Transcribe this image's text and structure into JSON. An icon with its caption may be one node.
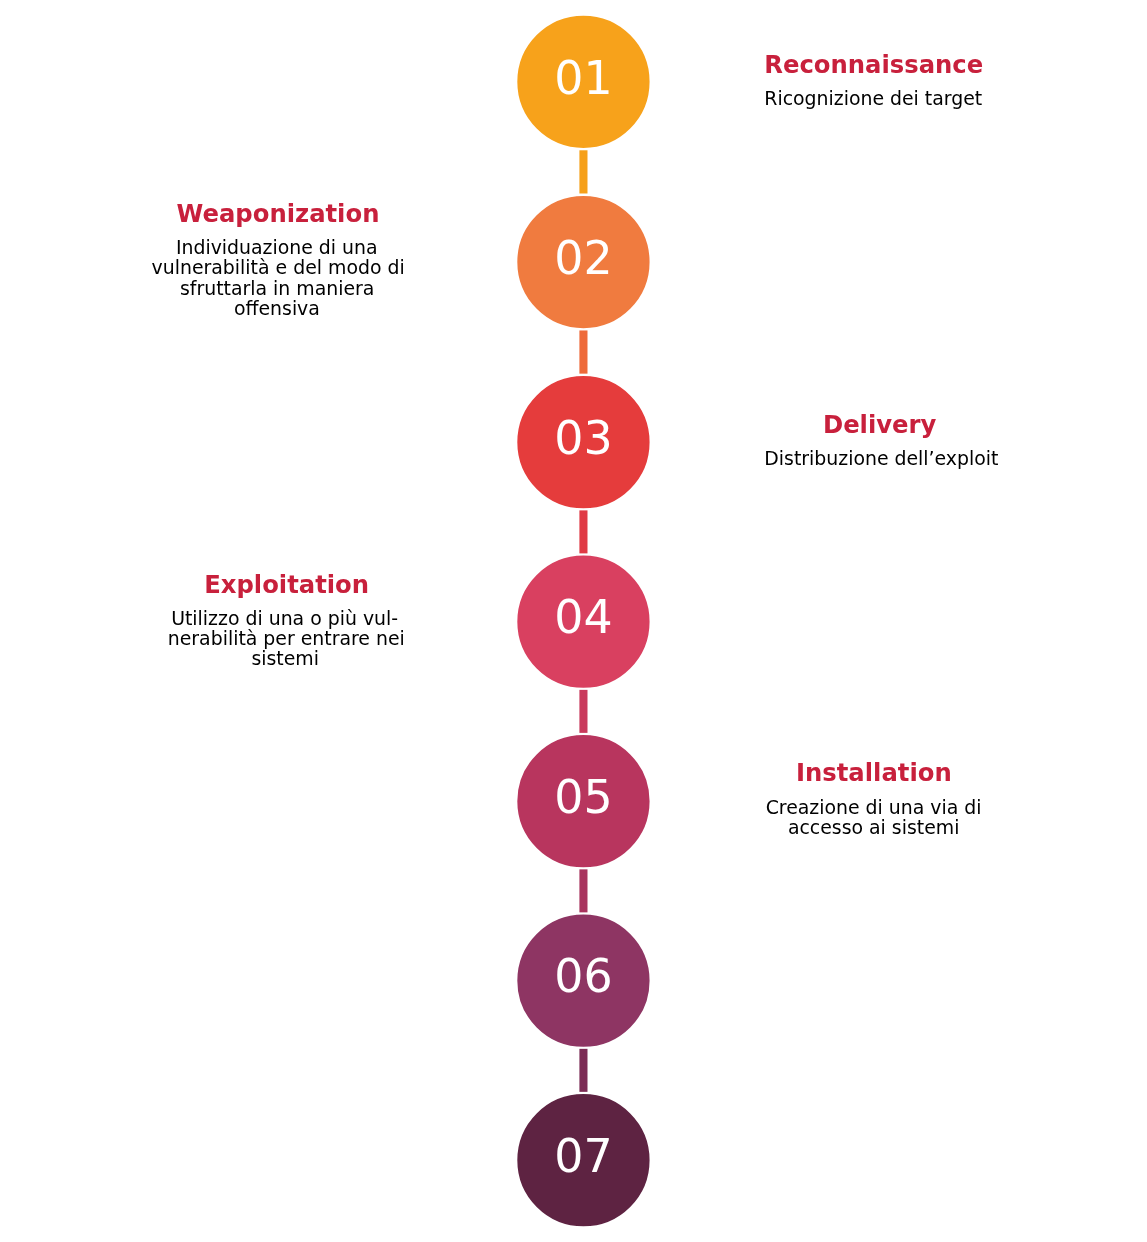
{
  "diagram": {
    "nodes": [
      {
        "text": [
          "01"
        ],
        "beside": [
          "Reconnaissance",
          "Ricognizione dei target"
        ]
      },
      {
        "text": [
          "02"
        ],
        "beside": [
          "Weaponization",
          "Individuazione di una vulnerabilità e del modo di sfruttarla in maniera offensiva"
        ]
      },
      {
        "text": [
          "03"
        ],
        "beside": [
          "Delivery",
          "Distribuzione dell’exploit"
        ]
      },
      {
        "text": [
          "04"
        ],
        "beside": [
          "Exploitation",
          "Utilizzo di una o più vul- nerabilità per entrare nei sistemi"
        ]
      },
      {
        "text": [
          "05"
        ],
        "beside": [
          "Installation",
          "Creazione di una via di accesso ai sistemi"
        ]
      },
      {
        "text": [
          "06"
        ]
      },
      {
        "text": [
          "07"
        ]
      }
    ],
    "edges": [
      {
        "from": 0,
        "to": 1,
        "arrow": "none",
        "color": "#f6a01a"
      },
      {
        "from": 1,
        "to": 2,
        "arrow": "none",
        "color": "#ee6a3a"
      },
      {
        "from": 2,
        "to": 3,
        "arrow": "none",
        "color": "#e03a45"
      },
      {
        "from": 3,
        "to": 4,
        "arrow": "none",
        "color": "#c93a5c"
      },
      {
        "from": 4,
        "to": 5,
        "arrow": "none",
        "color": "#a8345e"
      },
      {
        "from": 5,
        "to": 6,
        "arrow": "none",
        "color": "#7c2c55"
      }
    ]
  }
}
